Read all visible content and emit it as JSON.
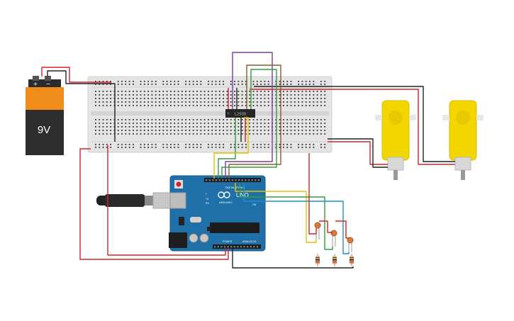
{
  "battery": {
    "label": "9V",
    "plus_symbol": "+",
    "minus_symbol": "−"
  },
  "driver_ic": {
    "label": "L293D"
  },
  "arduino": {
    "brand": "ARDUINO",
    "model": "UNO",
    "digital_header": "DIGITAL (PWM~)",
    "power_header": "POWER",
    "analog_header": "ANALOG IN",
    "on_label": "ON",
    "tx_label": "TX",
    "rx_label": "RX",
    "l_label": "L"
  },
  "colors": {
    "wire_red": "#d2232a",
    "wire_black": "#222222",
    "wire_purple": "#7b3fa0",
    "wire_brown": "#8b5a2b",
    "wire_green": "#2e9e3f",
    "wire_yellow": "#e2c400",
    "wire_blue": "#1e8ec9",
    "board_blue": "#1f6fa8",
    "motor_yellow": "#f2d600",
    "breadboard": "#e6e6e6"
  }
}
